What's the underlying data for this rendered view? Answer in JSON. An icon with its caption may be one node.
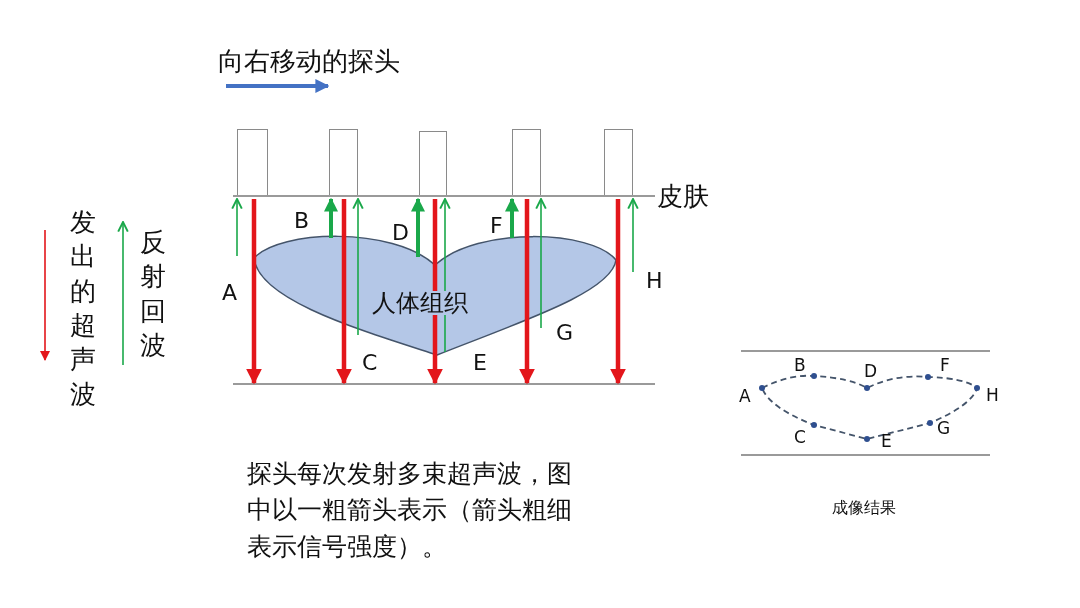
{
  "diagram": {
    "labels": [
      "向右移动的探头",
      "皮肤",
      "发出的超声波",
      "反射回波",
      "B",
      "D",
      "F",
      "A",
      "H",
      "人体组织",
      "C",
      "E",
      "G",
      "B",
      "D",
      "F",
      "A",
      "H",
      "C",
      "G",
      "E",
      "探头每次发射多束超声波，图中以一粗箭头表示（箭头粗细表示信号强度）。",
      "成像结果"
    ]
  }
}
